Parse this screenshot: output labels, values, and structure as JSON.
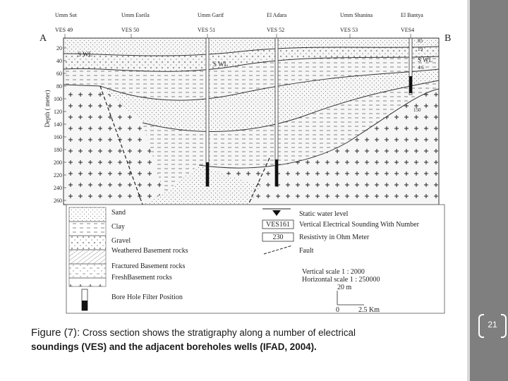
{
  "slide": {
    "page_number": "21",
    "colors": {
      "sidebar": "#7f7f7f",
      "caption_text": "#1a1a1a"
    }
  },
  "figure": {
    "end_labels": {
      "left": "A",
      "right": "B"
    },
    "sites": [
      {
        "name": "Umm Sot",
        "ves": "VES 49"
      },
      {
        "name": "Umm Eseila",
        "ves": "VES 50"
      },
      {
        "name": "Umm Garif",
        "ves": "VES 51"
      },
      {
        "name": "El Adara",
        "ves": "VES 52"
      },
      {
        "name": "Umm Shanina",
        "ves": "VES 53"
      },
      {
        "name": "El Bantya",
        "ves": "VES4"
      }
    ],
    "depth_axis": {
      "label": "Depth ( meter)",
      "ticks": [
        "20",
        "40",
        "60",
        "80",
        "100",
        "120",
        "140",
        "160",
        "180",
        "200",
        "220",
        "240",
        "260"
      ]
    },
    "water_level_labels": [
      "S WL",
      "S WL",
      "S WL"
    ],
    "resistivity_labels": [
      "85",
      "19",
      "4.6",
      "150"
    ],
    "legend": {
      "left": [
        {
          "name": "Sand",
          "icon": "sand-dots-swatch"
        },
        {
          "name": "Clay",
          "icon": "clay-dash-swatch"
        },
        {
          "name": "Gravel",
          "icon": "gravel-swatch"
        },
        {
          "name": "Weathered Basement rocks",
          "icon": "weathered-swatch"
        },
        {
          "name": "Fractured Basement rocks",
          "icon": "fractured-swatch"
        },
        {
          "name": "FreshBasement rocks",
          "icon": "fresh-plus-swatch"
        },
        {
          "name": "Bore Hole Filter Position",
          "icon": "borehole-filter-icon"
        }
      ],
      "right": [
        {
          "symbol": "",
          "name": "Static water level",
          "icon": "water-level-triangle-icon"
        },
        {
          "symbol": "VES161",
          "name": "Vertical Electrical Sounding With Number",
          "icon": ""
        },
        {
          "symbol": "230",
          "name": "Resistivty in Ohm Meter",
          "icon": ""
        },
        {
          "symbol": "",
          "name": "Fault",
          "icon": "fault-dash-icon"
        }
      ],
      "scales": {
        "vertical": "Vertical scale  1 : 2000",
        "horizontal": "Horizontal scale  1 : 250000",
        "bar_vertical": "20 m",
        "bar_zero": "0",
        "bar_horizontal": "2.5 Km"
      }
    }
  },
  "caption": {
    "label": "Figure (7):",
    "text_line1": " Cross section shows the stratigraphy along a number of electrical",
    "text_line2": "soundings (VES) and the adjacent boreholes wells (IFAD, 2004)."
  }
}
